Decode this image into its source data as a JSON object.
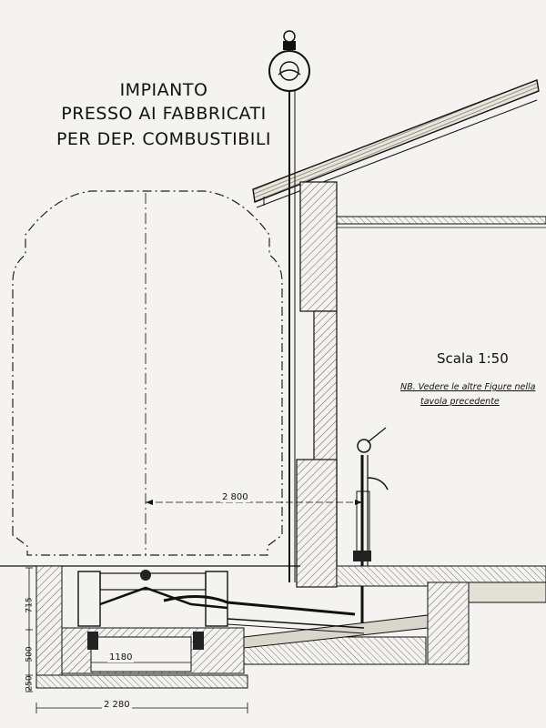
{
  "title": {
    "line1": "IMPIANTO",
    "line2": "PRESSO AI FABBRICATI",
    "line3": "PER DEP. COMBUSTIBILI"
  },
  "scale": "Scala 1:50",
  "note": {
    "line1": "NB. Vedere le altre Figure nella",
    "line2": "tavola precedente"
  },
  "dimensions": {
    "clearance_width": "2 800",
    "pit_inner_width": "1180",
    "pit_outer_width": "2 280",
    "depth_upper": "715",
    "depth_middle": "500",
    "depth_lower": "250"
  }
}
